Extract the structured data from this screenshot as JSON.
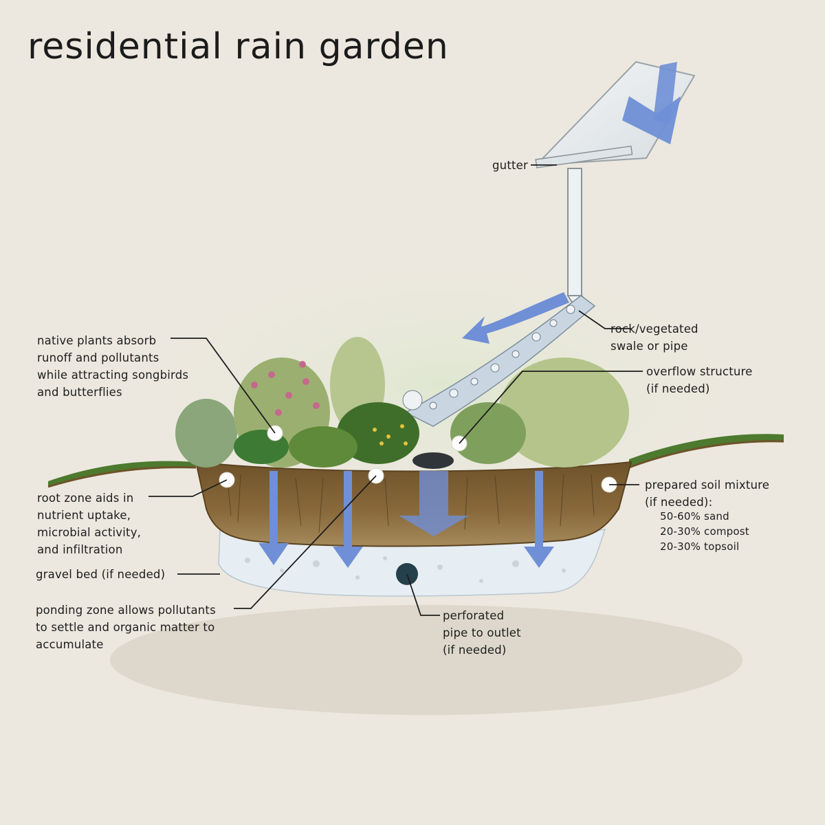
{
  "title": "residential rain garden",
  "labels": {
    "gutter": [
      "gutter"
    ],
    "swale": [
      "rock/vegetated",
      "swale or pipe"
    ],
    "native_plants": [
      "native plants absorb",
      "runoff and pollutants",
      "while attracting songbirds",
      "and butterflies"
    ],
    "overflow": [
      "overflow structure",
      "(if needed)"
    ],
    "root_zone": [
      "root zone aids in",
      "nutrient uptake,",
      "microbial activity,",
      "and infiltration"
    ],
    "prepared_soil": [
      "prepared soil mixture",
      "(if needed):"
    ],
    "soil_mix": [
      "50-60% sand",
      "20-30% compost",
      "20-30% topsoil"
    ],
    "gravel_bed": [
      "gravel bed (if needed)"
    ],
    "ponding_zone": [
      "ponding zone allows pollutants",
      "to settle and organic matter to",
      "accumulate"
    ],
    "perforated_pipe": [
      "perforated",
      "pipe to outlet",
      "(if needed)"
    ]
  },
  "colors": {
    "water_arrow": "#6f8fd6",
    "soil": "#7a5a32",
    "gravel": "#e6edf3",
    "grass": "#4d7a2f",
    "background": "#ece8df"
  }
}
